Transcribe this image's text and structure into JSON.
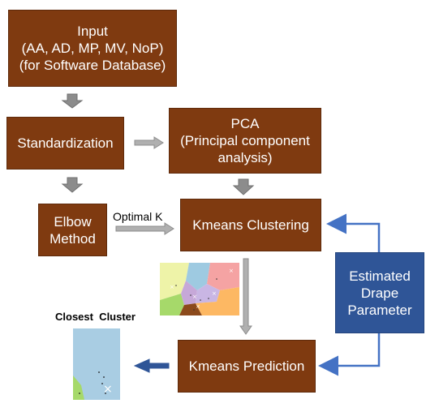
{
  "boxes": {
    "input": {
      "lines": [
        "Input",
        "(AA, AD, MP, MV, NoP)",
        "(for Software Database)"
      ]
    },
    "standardization": {
      "lines": [
        "Standardization"
      ]
    },
    "pca": {
      "lines": [
        "PCA",
        "(Principal component",
        "analysis)"
      ]
    },
    "elbow": {
      "lines": [
        "Elbow",
        "Method"
      ]
    },
    "kmeans_clustering": {
      "lines": [
        "Kmeans Clustering"
      ]
    },
    "estimated_drape": {
      "lines": [
        "Estimated",
        "Drape",
        "Parameter"
      ]
    },
    "kmeans_prediction": {
      "lines": [
        "Kmeans Prediction"
      ]
    }
  },
  "labels": {
    "optimal_k": "Optimal K",
    "closest_cluster": "Closest  Cluster"
  },
  "colors": {
    "box_fill": "#7f3a10",
    "blue_box_fill": "#2f5597",
    "arrow_gray": "#8c8c8c",
    "feedback_blue": "#4472c4"
  }
}
